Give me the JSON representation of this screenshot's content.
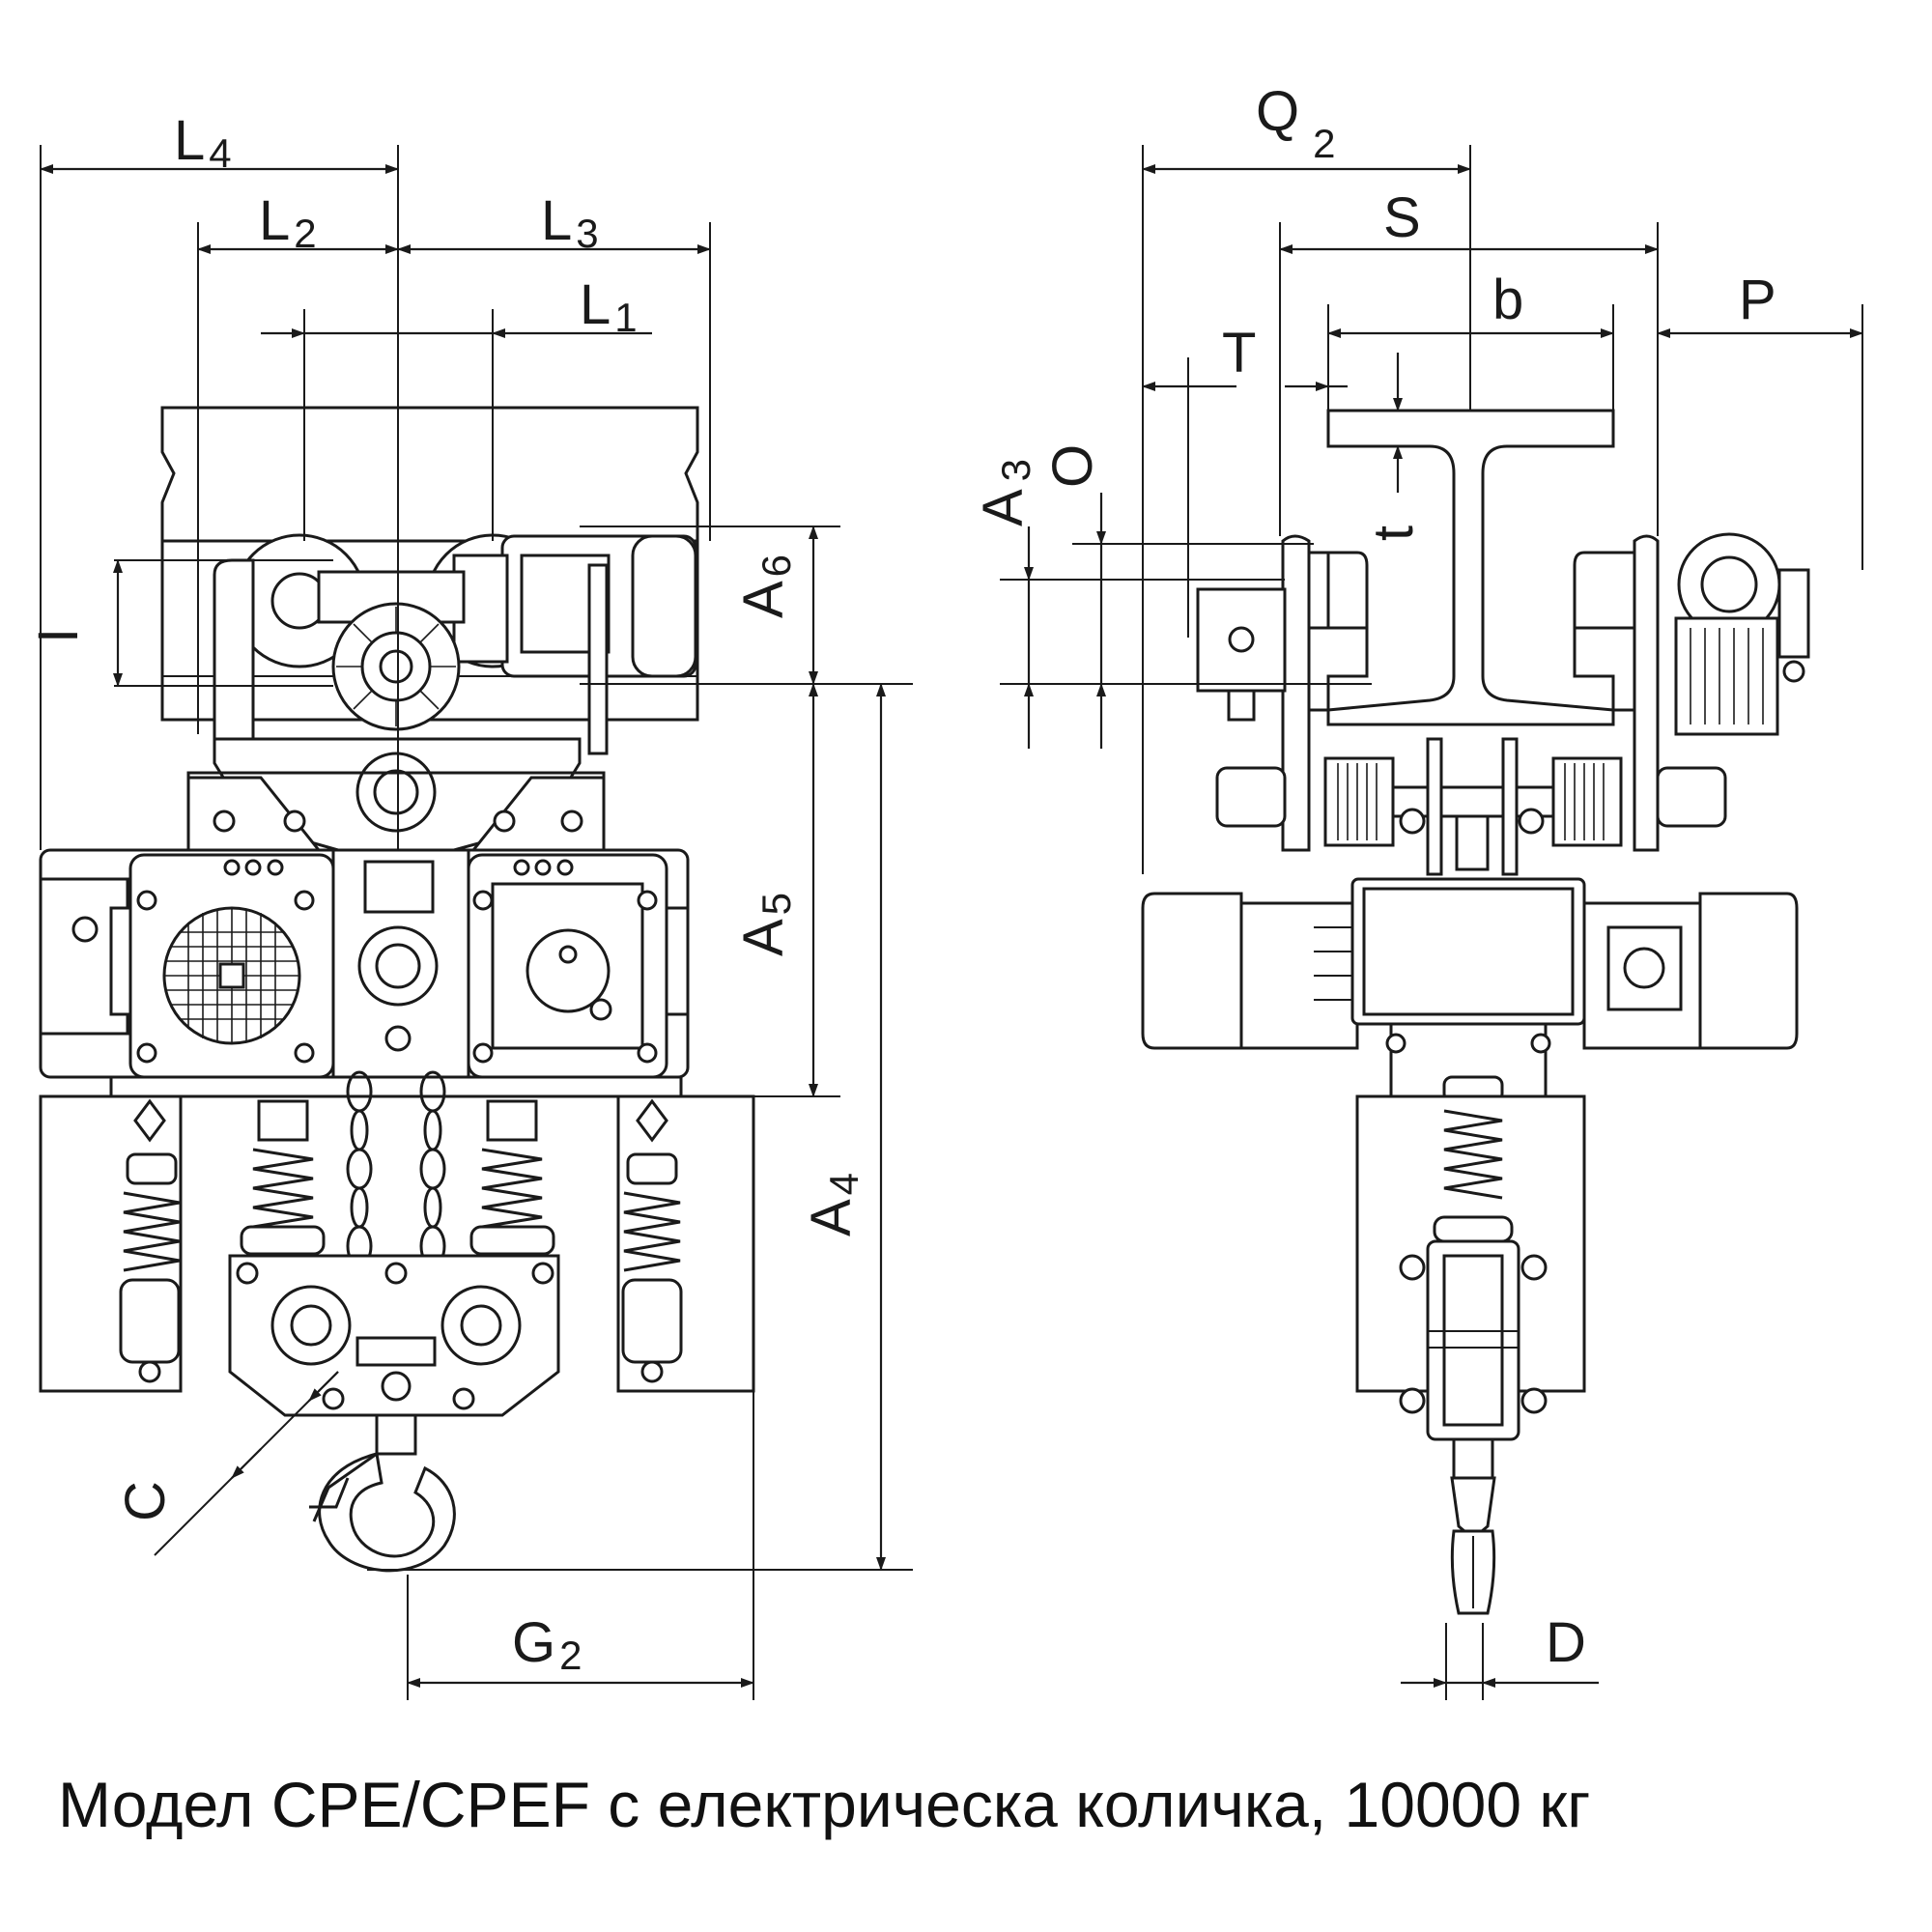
{
  "caption": "Модел CPE/CPEF с електрическа количка, 10000 кг",
  "dimensions": {
    "L4": {
      "main": "L",
      "sub": "4"
    },
    "L2": {
      "main": "L",
      "sub": "2"
    },
    "L3": {
      "main": "L",
      "sub": "3"
    },
    "L1": {
      "main": "L",
      "sub": "1"
    },
    "I": {
      "main": "I"
    },
    "A6": {
      "main": "A",
      "sub": "6"
    },
    "A5": {
      "main": "A",
      "sub": "5"
    },
    "A4": {
      "main": "A",
      "sub": "4"
    },
    "C": {
      "main": "C"
    },
    "G2": {
      "main": "G",
      "sub": "2"
    },
    "Q2": {
      "main": "Q",
      "sub": "2"
    },
    "S": {
      "main": "S"
    },
    "b": {
      "main": "b"
    },
    "P": {
      "main": "P"
    },
    "T": {
      "main": "T"
    },
    "A3": {
      "main": "A",
      "sub": "3"
    },
    "O": {
      "main": "O"
    },
    "t": {
      "main": "t"
    },
    "D": {
      "main": "D"
    }
  }
}
